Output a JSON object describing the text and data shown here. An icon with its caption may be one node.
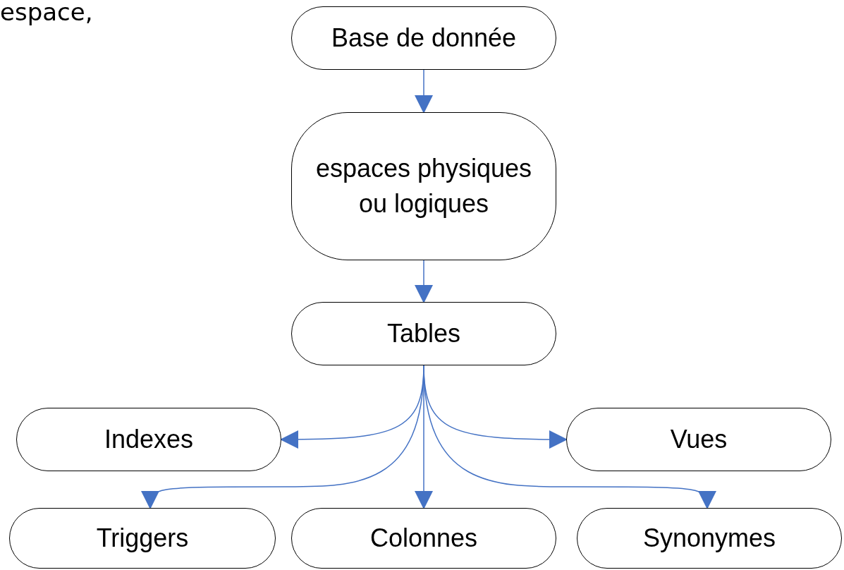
{
  "diagram": {
    "nodes": [
      {
        "text": [
          "Base de donnée"
        ]
      },
      {
        "text": [
          "espaces physiques ou logiques"
        ]
      },
      {
        "text": [
          "Tables"
        ]
      },
      {
        "text": [
          "Indexes"
        ]
      },
      {
        "text": [
          "Vues"
        ]
      },
      {
        "text": [
          "Triggers"
        ]
      },
      {
        "text": [
          "Colonnes"
        ]
      },
      {
        "text": [
          "Synonymes"
        ]
      }
    ],
    "edges": [
      {
        "from": 0,
        "to": 1,
        "arrow": "to"
      },
      {
        "from": 1,
        "to": 2,
        "arrow": "to"
      },
      {
        "from": 2,
        "to": 3,
        "arrow": "to"
      },
      {
        "from": 2,
        "to": 4,
        "arrow": "to"
      },
      {
        "from": 2,
        "to": 5,
        "arrow": "to"
      },
      {
        "from": 2,
        "to": 6,
        "arrow": "to"
      },
      {
        "from": 2,
        "to": 7,
        "arrow": "to"
      }
    ],
    "labels": [
      "espace,"
    ]
  }
}
